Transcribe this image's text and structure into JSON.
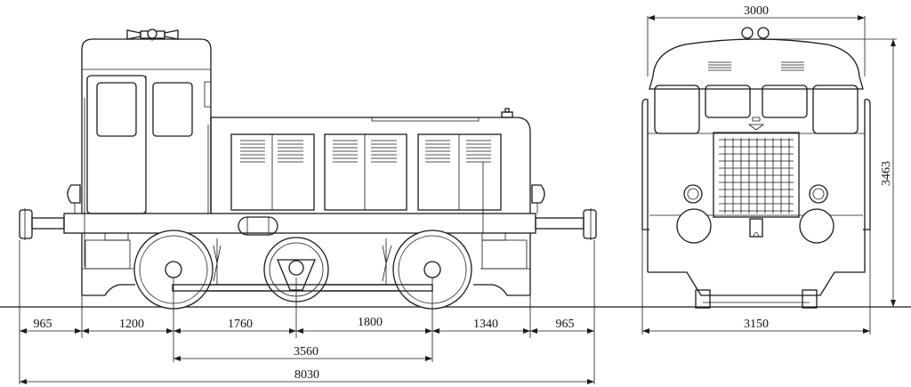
{
  "dimensions": {
    "overhang_left": "965",
    "front_to_first_axle": "1200",
    "axle1_to_jackshaft": "1760",
    "jackshaft_to_axle2": "1800",
    "axle2_to_rear": "1340",
    "overhang_right": "965",
    "wheelbase": "3560",
    "total_length": "8030",
    "cab_width": "3000",
    "total_width": "3150",
    "total_height": "3463"
  },
  "colors": {
    "line": "#1a1a1a",
    "background": "#ffffff"
  }
}
